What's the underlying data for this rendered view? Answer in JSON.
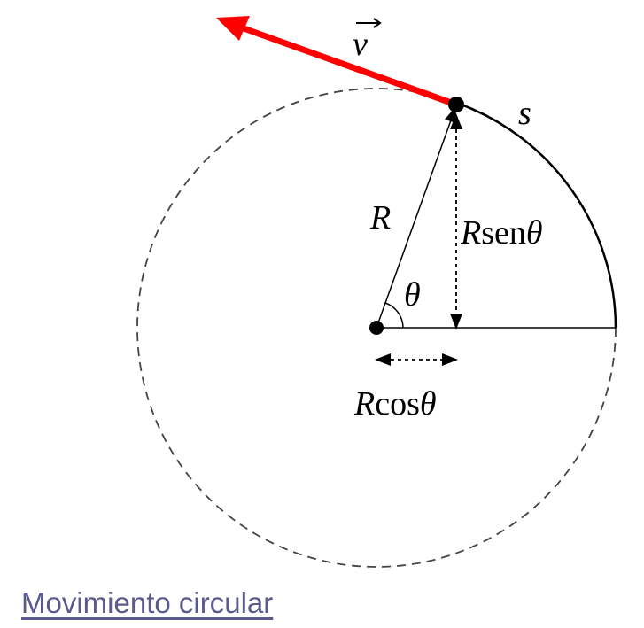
{
  "diagram": {
    "title": "Movimiento circular",
    "labels": {
      "velocity": "v",
      "arc": "s",
      "radius": "R",
      "angle": "θ",
      "sine_R": "R",
      "sine_fn": "sen",
      "sine_theta": "θ",
      "cos_R": "R",
      "cos_fn": "cos",
      "cos_theta": "θ"
    },
    "colors": {
      "velocity": "#ff0000",
      "link": "#5a5a8c",
      "lines": "#000000"
    }
  },
  "link": {
    "label": "Movimiento circular"
  }
}
